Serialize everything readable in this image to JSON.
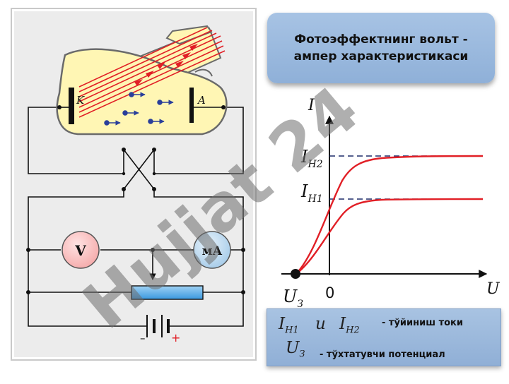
{
  "title": {
    "line1": "Фотоэффектнинг вольт -",
    "line2": "ампер характеристикаси"
  },
  "apparatus": {
    "cathode_label": "K",
    "anode_label": "A",
    "voltmeter_label": "V",
    "milliammeter_label": "мА",
    "minus_sign": "–",
    "plus_sign": "+"
  },
  "graph": {
    "y_axis_letter": "I",
    "x_axis_letter": "U",
    "origin_label": "0",
    "ih2": {
      "main": "I",
      "sub": "H2"
    },
    "ih1": {
      "main": "I",
      "sub": "H1"
    },
    "u3": {
      "main": "U",
      "sub": "З"
    }
  },
  "legend": {
    "ih1": {
      "main": "I",
      "sub": "H1"
    },
    "and_word": "и",
    "ih2": {
      "main": "I",
      "sub": "H2"
    },
    "saturation_text": "- тўйиниш токи",
    "u3": {
      "main": "U",
      "sub": "З"
    },
    "stopping_text": "- тўхтатувчи потенциал"
  },
  "watermark": {
    "text": "Hujjat 24"
  },
  "colors": {
    "accent_red": "#e11f26",
    "box_blue": "#9ab8dd",
    "tube_fill": "#fff6b4",
    "wire": "#111111",
    "watermark": "#6e6e6e"
  }
}
